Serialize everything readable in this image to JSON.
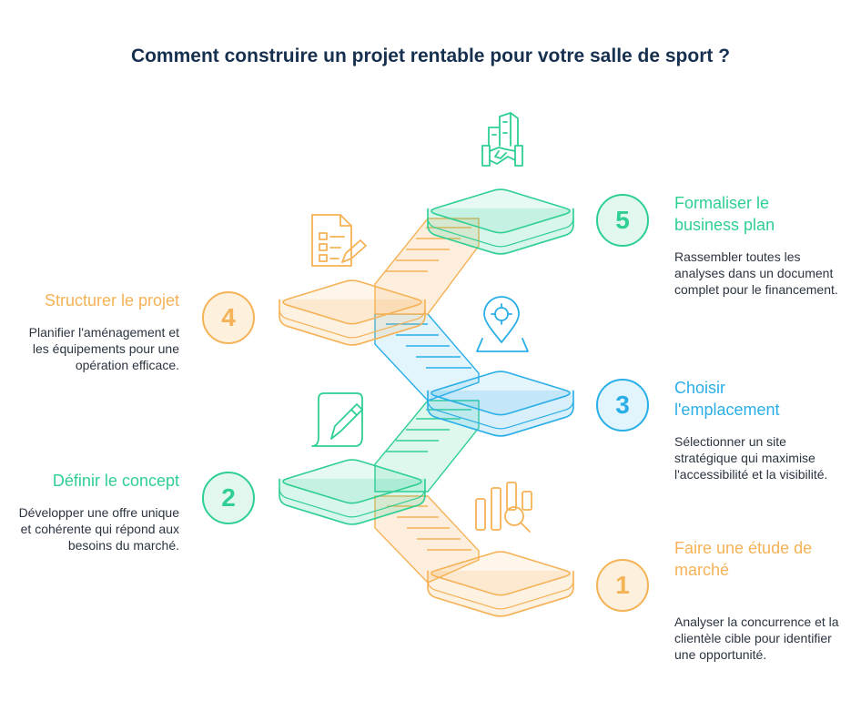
{
  "title": "Comment construire un projet rentable pour votre salle de sport ?",
  "colors": {
    "green": "#2fcf93",
    "blue": "#2aaee8",
    "orange": "#f5b256",
    "title": "#163050"
  },
  "steps": [
    {
      "number": "1",
      "title": "Faire une étude de marché",
      "description": "Analyser la concurrence et la clientèle cible pour identifier une opportunité.",
      "color": "orange",
      "icon": "market-research-icon"
    },
    {
      "number": "2",
      "title": "Définir le concept",
      "description": "Développer une offre unique et cohérente qui répond aux besoins du marché.",
      "color": "green",
      "icon": "pen-document-icon"
    },
    {
      "number": "3",
      "title": "Choisir l'emplacement",
      "description": "Sélectionner un site stratégique qui maximise l'accessibilité et la visibilité.",
      "color": "blue",
      "icon": "location-pin-icon"
    },
    {
      "number": "4",
      "title": "Structurer le projet",
      "description": "Planifier l'aménagement et les équipements pour une opération efficace.",
      "color": "orange",
      "icon": "checklist-document-icon"
    },
    {
      "number": "5",
      "title": "Formaliser le business plan",
      "description": "Rassembler toutes les analyses dans un document complet pour le financement.",
      "color": "green",
      "icon": "handshake-building-icon"
    }
  ]
}
